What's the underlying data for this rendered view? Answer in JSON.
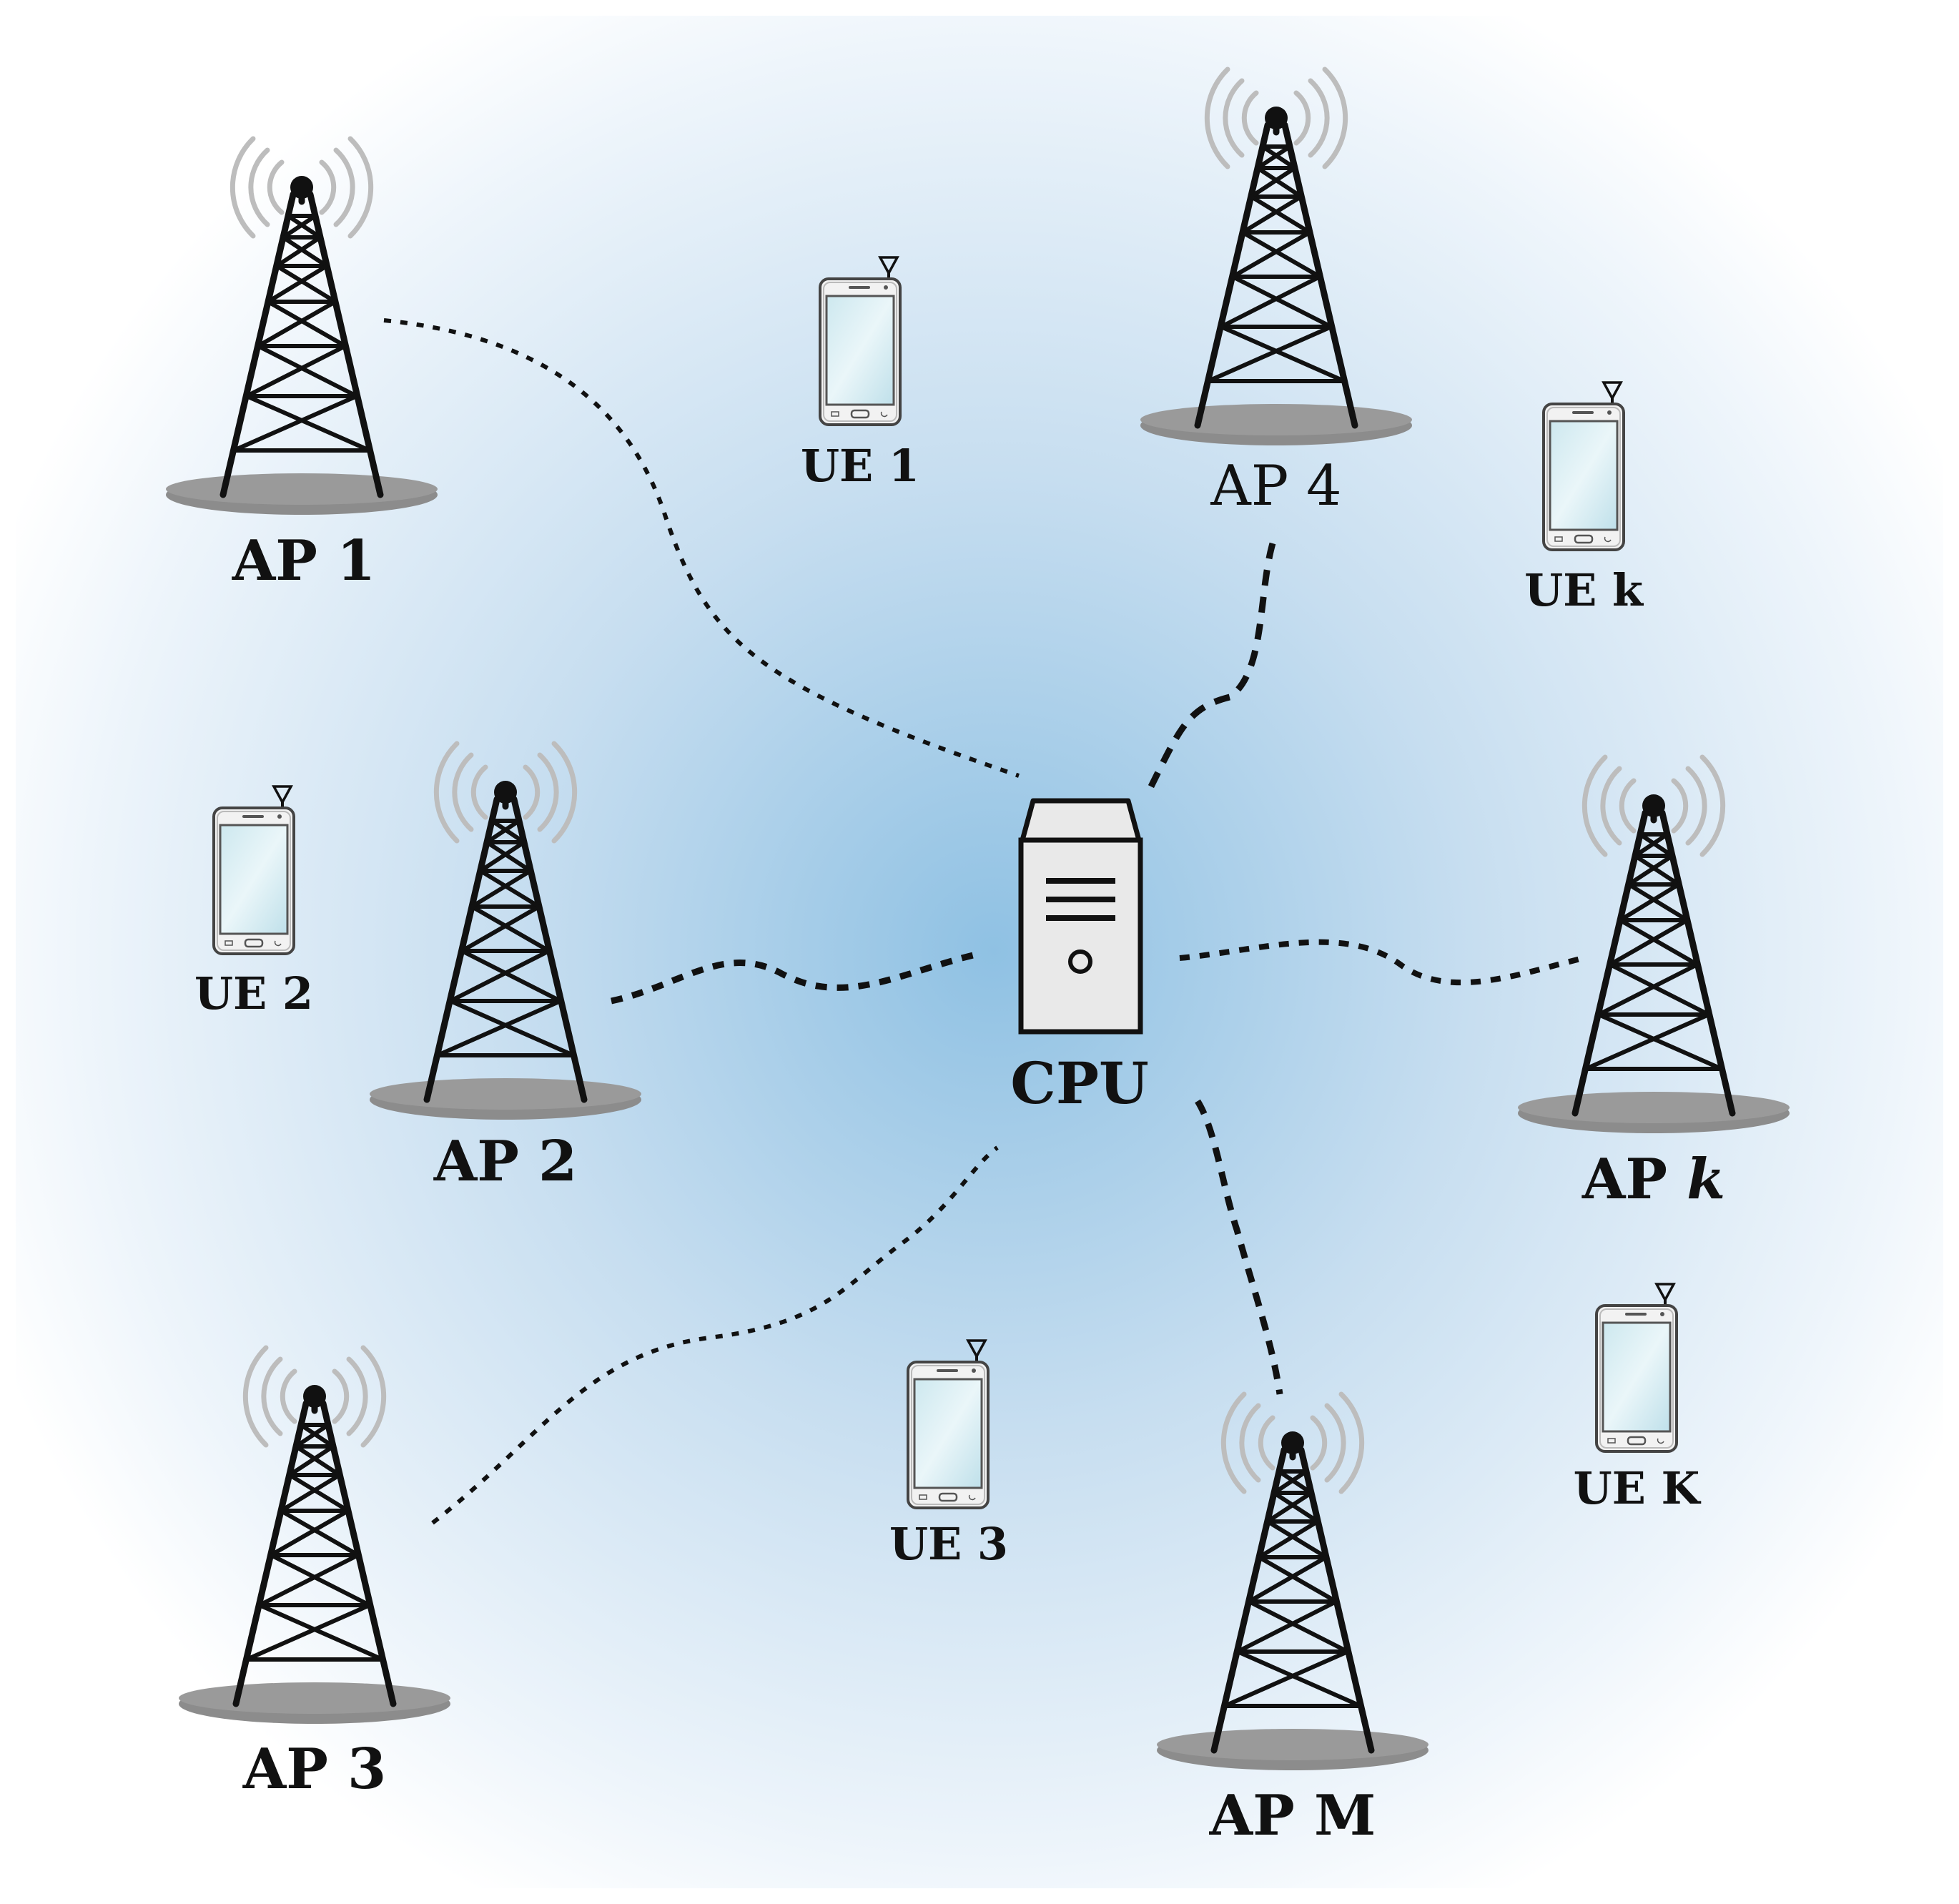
{
  "colors": {
    "background_center": "#8fc1e3",
    "background_edge": "#ffffff",
    "ink": "#111111",
    "shadow": "#8c8c8c",
    "signal_arc": "#bdbdbd",
    "phone_screen": "#d4ecf2",
    "phone_body": "#f2f2f2",
    "cpu_body": "#e9e9e9"
  },
  "cpu": {
    "label": "CPU",
    "icon": "server-icon"
  },
  "access_points": [
    {
      "id": "ap-1",
      "label": "AP 1",
      "icon": "cell-tower-icon"
    },
    {
      "id": "ap-2",
      "label": "AP 2",
      "icon": "cell-tower-icon"
    },
    {
      "id": "ap-3",
      "label": "AP 3",
      "icon": "cell-tower-icon"
    },
    {
      "id": "ap-4",
      "label": "AP 4",
      "icon": "cell-tower-icon"
    },
    {
      "id": "ap-k",
      "label": "AP ",
      "label_var": "k",
      "icon": "cell-tower-icon"
    },
    {
      "id": "ap-m",
      "label": "AP M",
      "icon": "cell-tower-icon"
    }
  ],
  "user_equipments": [
    {
      "id": "ue-1",
      "label": "UE 1",
      "icon": "smartphone-icon"
    },
    {
      "id": "ue-2",
      "label": "UE 2",
      "icon": "smartphone-icon"
    },
    {
      "id": "ue-3",
      "label": "UE 3",
      "icon": "smartphone-icon"
    },
    {
      "id": "ue-k",
      "label": "UE k",
      "icon": "smartphone-icon"
    },
    {
      "id": "ue-K",
      "label": "UE K",
      "icon": "smartphone-icon"
    }
  ],
  "links": [
    {
      "from": "cpu",
      "to": "ap-1",
      "style": "dotted"
    },
    {
      "from": "cpu",
      "to": "ap-2",
      "style": "dotted"
    },
    {
      "from": "cpu",
      "to": "ap-3",
      "style": "dotted"
    },
    {
      "from": "cpu",
      "to": "ap-4",
      "style": "dotted"
    },
    {
      "from": "cpu",
      "to": "ap-k",
      "style": "dotted"
    },
    {
      "from": "cpu",
      "to": "ap-m",
      "style": "dotted"
    }
  ]
}
